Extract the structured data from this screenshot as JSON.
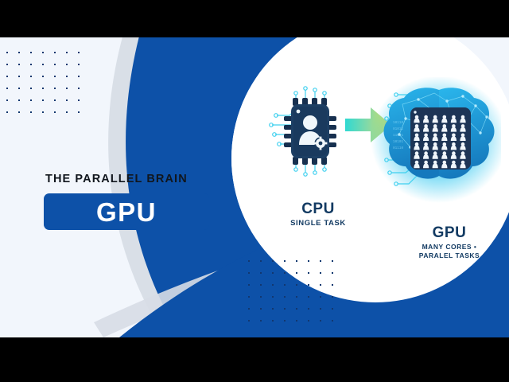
{
  "slide": {
    "background_color": "#f2f6fc",
    "accent_color": "#0d51a8",
    "dark_navy": "#17304f",
    "cyan": "#35d3ee",
    "letterbox_color": "#000000"
  },
  "left_panel": {
    "eyebrow": "THE PARALLEL BRAIN",
    "pill_label": "GPU"
  },
  "illustration": {
    "cpu": {
      "title": "CPU",
      "subtitle": "SINGLE TASK",
      "icon": "cpu-chip-single-core-icon"
    },
    "arrow": {
      "icon": "right-arrow-icon",
      "gradient_from": "#2fd9d2",
      "gradient_to": "#d6e05a"
    },
    "gpu": {
      "title": "GPU",
      "subtitle_line1": "MANY CORES •",
      "subtitle_line2": "PARALEL TASKS",
      "icon": "brain-gpu-many-cores-icon",
      "core_grid_rows": 6,
      "core_grid_cols": 6
    }
  },
  "decor": {
    "dot_grid_top_left": {
      "rows": 6,
      "cols": 7,
      "spacing": 15
    },
    "dot_grid_bottom_mid": {
      "rows": 6,
      "cols": 8,
      "spacing": 15
    }
  }
}
